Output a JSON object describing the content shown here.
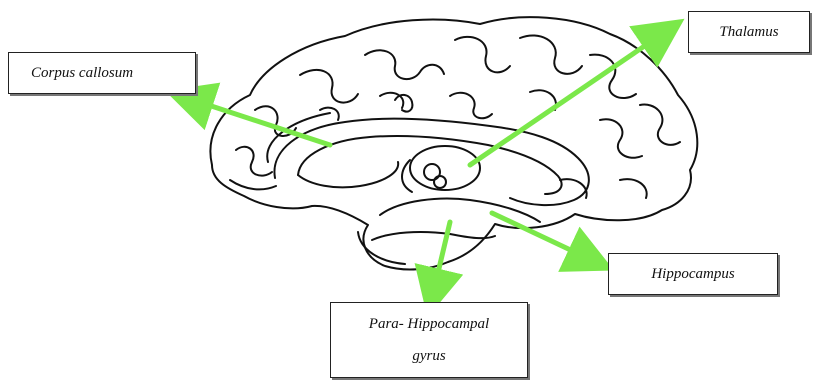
{
  "labels": {
    "corpus_callosum": "Corpus callosum",
    "thalamus": "Thalamus",
    "hippocampus": "Hippocampus",
    "parahippocampal_line1": "Para- Hippocampal",
    "parahippocampal_line2": "gyrus"
  },
  "colors": {
    "arrow": "#7be84a",
    "outline": "#111111",
    "background": "#ffffff"
  }
}
